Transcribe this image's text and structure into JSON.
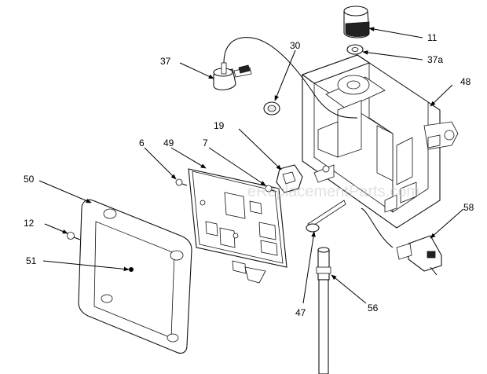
{
  "watermark": "eReplacementParts.com",
  "labels": {
    "p6": "6",
    "p7": "7",
    "p11": "11",
    "p12": "12",
    "p19": "19",
    "p30": "30",
    "p37": "37",
    "p37a": "37a",
    "p47": "47",
    "p48": "48",
    "p49": "49",
    "p50": "50",
    "p51": "51",
    "p56": "56",
    "p58": "58"
  }
}
